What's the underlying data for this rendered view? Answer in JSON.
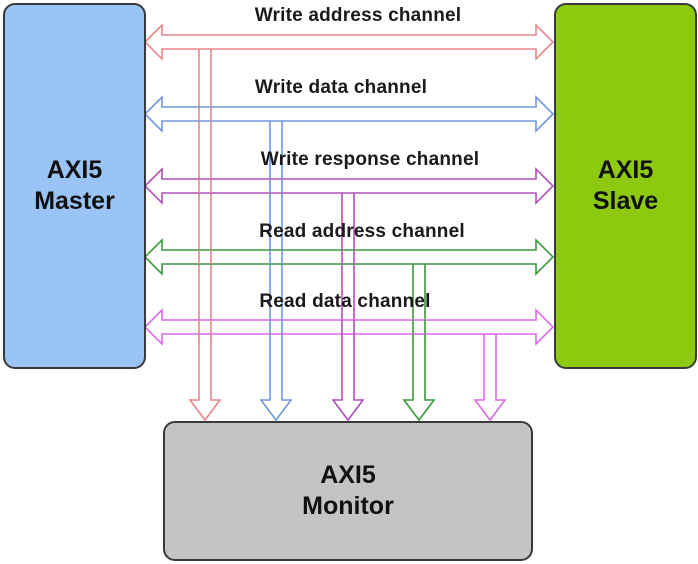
{
  "master": {
    "line1": "AXI5",
    "line2": "Master",
    "fill": "#99c4f5",
    "border": "#3a3a3a"
  },
  "slave": {
    "line1": "AXI5",
    "line2": "Slave",
    "fill": "#8cc90f",
    "border": "#3a3a3a"
  },
  "monitor": {
    "line1": "AXI5",
    "line2": "Monitor",
    "fill": "#c4c4c4",
    "border": "#3a3a3a"
  },
  "channels": [
    {
      "label": "Write address channel",
      "color": "#e9868a"
    },
    {
      "label": "Write data channel",
      "color": "#6f98df"
    },
    {
      "label": "Write response channel",
      "color": "#b34fb9"
    },
    {
      "label": "Read address channel",
      "color": "#3a9a38"
    },
    {
      "label": "Read data channel",
      "color": "#dc6ae8"
    }
  ]
}
